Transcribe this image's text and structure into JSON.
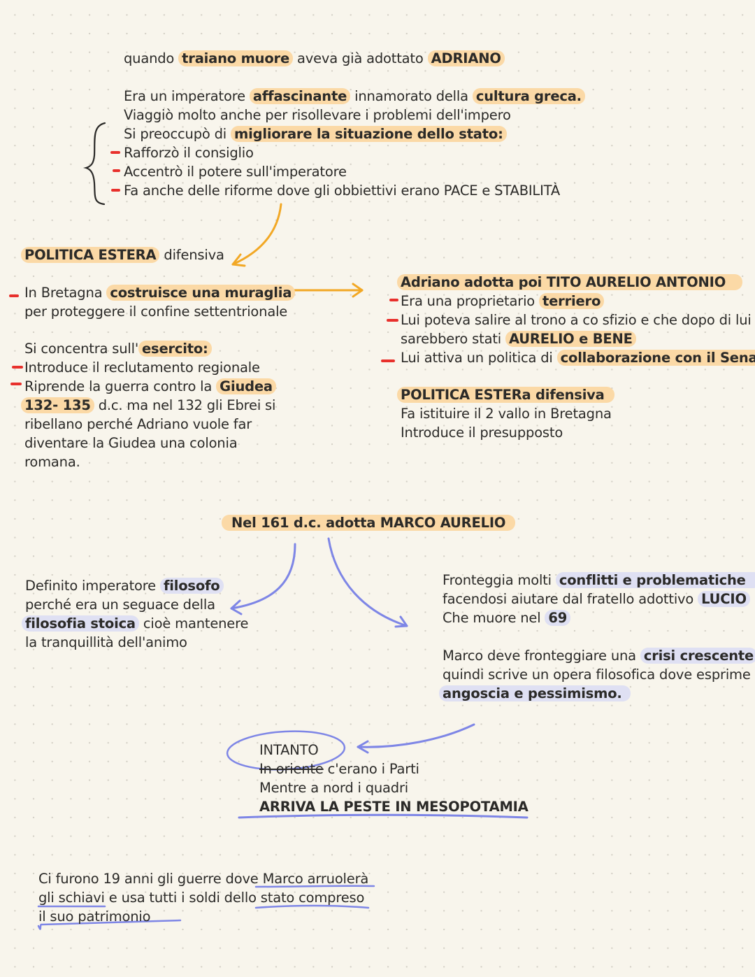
{
  "intro": {
    "p1": "quando ",
    "p2": "traiano muore",
    "p3": " aveva già adottato ",
    "p4": "ADRIANO"
  },
  "adriano": {
    "l1_a": "Era un imperatore ",
    "l1_b": "affascinante",
    "l1_c": " innamorato della ",
    "l1_d": "cultura greca.",
    "l2": "Viaggiò molto anche per risollevare i problemi dell'impero",
    "l3_a": "Si preoccupò di ",
    "l3_b": "migliorare la situazione dello stato:",
    "l4": "Rafforzò il consiglio",
    "l5": "Accentrò il potere sull'imperatore",
    "l6": "Fa anche delle riforme dove gli obbiettivi erano PACE e STABILITÀ"
  },
  "estera": {
    "title_a": "POLITICA ESTERA",
    "title_b": " difensiva",
    "l1_a": "In Bretagna ",
    "l1_b": "costruisce una muraglia",
    "l2": "per proteggere il confine settentrionale",
    "l3_a": "Si concentra sull'",
    "l3_b": "esercito:",
    "l4": "Introduce il reclutamento regionale",
    "l5_a": "Riprende la guerra contro la ",
    "l5_b": "Giudea",
    "l6_a": "132- 135",
    "l6_b": " d.c.  ma nel 132 gli Ebrei si",
    "l7": "ribellano perché Adriano vuole far",
    "l8": "diventare la Giudea una colonia",
    "l9": "romana."
  },
  "tito": {
    "l1": "Adriano adotta poi TITO AURELIO ANTONIO",
    "l2_a": "Era una proprietario ",
    "l2_b": "terriero",
    "l3": "Lui poteva salire al trono a co sfizio e che dopo di lui ci",
    "l4_a": "sarebbero stati ",
    "l4_b": "AURELIO e BENE",
    "l5_a": "Lui attiva un politica di ",
    "l5_b": "collaborazione con il Senato",
    "l6": "POLITICA ESTERa difensiva",
    "l7": "Fa istituire il 2 vallo in Bretagna",
    "l8": "Introduce il presupposto"
  },
  "marco": {
    "title": "Nel 161 d.c. adotta MARCO AURELIO",
    "left1_a": "Definito imperatore ",
    "left1_b": "filosofo",
    "left2": "perché era un seguace della",
    "left3_a": "filosofia stoica",
    "left3_b": " cioè mantenere",
    "left4": "la tranquillità dell'animo",
    "right1_a": "Fronteggia molti ",
    "right1_b": "conflitti e problematiche",
    "right2_a": "facendosi aiutare dal fratello adottivo ",
    "right2_b": "LUCIO",
    "right3_a": "Che muore nel ",
    "right3_b": "69",
    "right4_a": "Marco deve fronteggiare una ",
    "right4_b": "crisi crescente",
    "right5": "quindi scrive un opera filosofica dove esprime",
    "right6": "angoscia e pessimismo."
  },
  "intanto": {
    "title": "INTANTO",
    "l1_a": "In oriente",
    "l1_b": " c'erano i Parti",
    "l2": "Mentre a nord i quadri",
    "l3": "ARRIVA LA PESTE IN MESOPOTAMIA"
  },
  "final": {
    "l1": "Ci furono 19 anni gli guerre dove Marco arruolerà",
    "l2": "gli schiavi e usa tutti i soldi dello stato compreso",
    "l3": "il suo patrimonio"
  },
  "colors": {
    "highlight_orange": "#fbd9a6",
    "highlight_blue": "#dfe0f3",
    "arrow_orange": "#f2a825",
    "arrow_blue": "#7e86e6",
    "bullet_red": "#e8302c"
  }
}
